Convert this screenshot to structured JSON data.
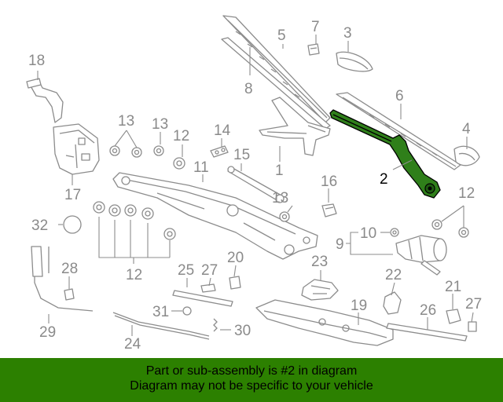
{
  "diagram": {
    "labels": {
      "p1": "1",
      "p2": "2",
      "p3": "3",
      "p4": "4",
      "p5": "5",
      "p6": "6",
      "p7": "7",
      "p8": "8",
      "p9": "9",
      "p10": "10",
      "p11": "11",
      "p12a": "12",
      "p12b": "12",
      "p12c": "12",
      "p13a": "13",
      "p13b": "13",
      "p13c": "13",
      "p14": "14",
      "p15": "15",
      "p16": "16",
      "p17": "17",
      "p18": "18",
      "p19": "19",
      "p20": "20",
      "p21": "21",
      "p22": "22",
      "p23": "23",
      "p24": "24",
      "p25": "25",
      "p26": "26",
      "p27a": "27",
      "p27b": "27",
      "p28": "28",
      "p29": "29",
      "p30": "30",
      "p31": "31",
      "p32": "32"
    },
    "highlight_color": "#2f7f1a"
  },
  "banner": {
    "line1": "Part or sub-assembly is #2 in diagram",
    "line2": "Diagram may not be specific to your vehicle",
    "background": "#2c8000"
  }
}
